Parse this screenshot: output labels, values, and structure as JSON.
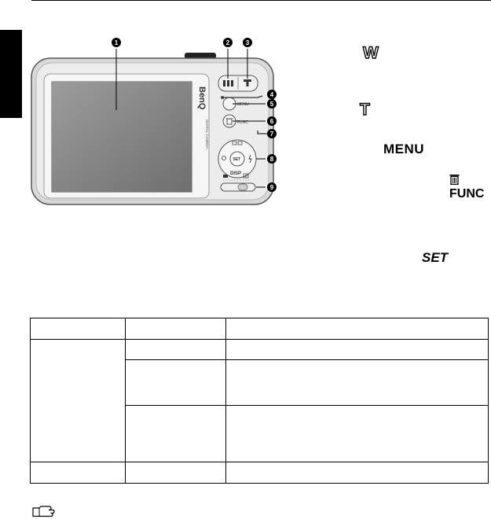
{
  "figure": {
    "brand": "BenQ",
    "model_label": "DIGITAL CAMERA",
    "callouts": [
      "1",
      "2",
      "3",
      "4",
      "5",
      "6",
      "7",
      "8",
      "9"
    ],
    "buttons": {
      "menu": "MENU",
      "func": "FUNC",
      "set": "SET",
      "disp": "DISP"
    }
  },
  "glyphs": {
    "wide": "W",
    "tele": "T",
    "menu": "MENU",
    "func": "FUNC",
    "set": "SET"
  },
  "icons": [
    "trash-icon",
    "note-hand-icon",
    "zoom-wide-icon",
    "zoom-tele-icon",
    "camera-mode-icon",
    "play-mode-icon",
    "flash-icon",
    "macro-icon"
  ]
}
